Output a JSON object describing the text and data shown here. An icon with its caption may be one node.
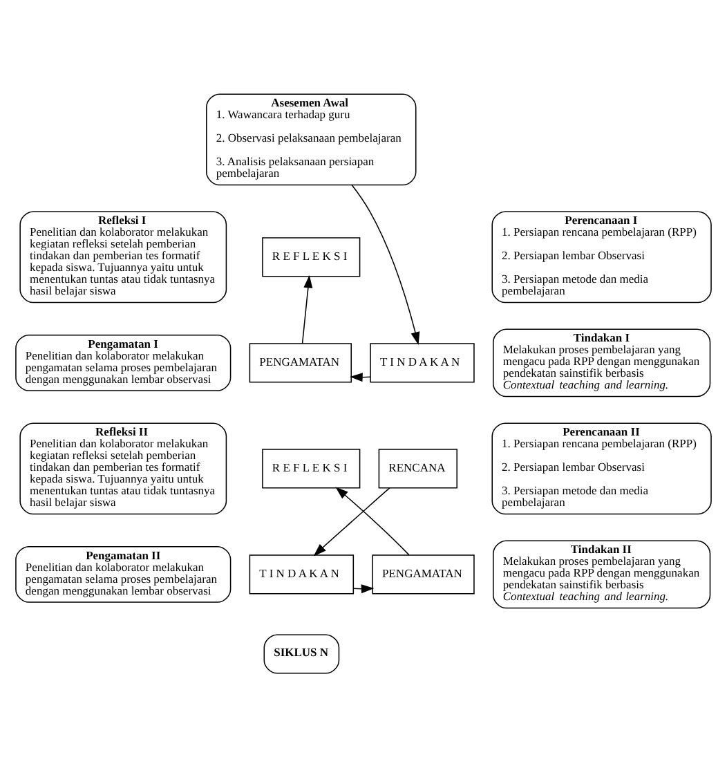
{
  "diagram": {
    "nodes": [
      {
        "text": [
          "Asesemen Awal",
          "1. Wawancara terhadap guru",
          "2. Observasi pelaksanaan pembelajaran",
          "3. Analisis pelaksanaan persiapan pembelajaran"
        ]
      },
      {
        "text": [
          "Refleksi I",
          "Penelitian dan kolaborator melakukan kegiatan refleksi setelah pemberian tindakan dan pemberian tes formatif kepada siswa. Tujuannya yaitu untuk menentukan tuntas atau tidak tuntasnya hasil belajar siswa"
        ]
      },
      {
        "text": [
          "R E F L E K S I"
        ]
      },
      {
        "text": [
          "Perencanaan I",
          "1. Persiapan rencana pembelajaran (RPP)",
          "2. Persiapan lembar Observasi",
          "3. Persiapan metode dan media pembelajaran"
        ]
      },
      {
        "text": [
          "Tindakan I",
          "Melakukan proses pembelajaran yang mengacu pada RPP dengan menggunakan pendekatan sainstifik berbasis *Contextual teaching and learning*."
        ]
      },
      {
        "text": [
          "T I N D A K A N"
        ]
      },
      {
        "text": [
          "Pengamatan I",
          "Penelitian dan kolaborator melakukan pengamatan selama proses pembelajaran dengan menggunakan lembar observasi"
        ]
      },
      {
        "text": [
          "PENGAMATAN"
        ]
      },
      {
        "text": [
          "Refleksi II",
          "Penelitian dan kolaborator melakukan kegiatan refleksi setelah pemberian tindakan dan pemberian tes formatif kepada siswa. Tujuannya yaitu untuk menentukan tuntas atau tidak tuntasnya hasil belajar siswa"
        ]
      },
      {
        "text": [
          "RENCANA"
        ]
      },
      {
        "text": [
          "R E F L E K S I"
        ]
      },
      {
        "text": [
          "Perencanaan II",
          "1. Persiapan rencana pembelajaran (RPP)",
          "2. Persiapan lembar Observasi",
          "3. Persiapan metode dan media pembelajaran"
        ]
      },
      {
        "text": [
          "T I N D A K A N"
        ]
      },
      {
        "text": [
          "Tindakan II",
          "Melakukan proses pembelajaran yang mengacu pada RPP dengan menggunakan pendekatan sainstifik berbasis *Contextual teaching and learning*."
        ]
      },
      {
        "text": [
          "Pengamatan II",
          "Penelitian dan kolaborator melakukan pengamatan selama proses pembelajaran dengan menggunakan lembar observasi"
        ]
      },
      {
        "text": [
          "PENGAMATAN"
        ]
      },
      {
        "text": [
          "SIKLUS N"
        ]
      }
    ],
    "edges": [
      {
        "from": 0,
        "to": 5,
        "arrow": "to"
      },
      {
        "from": 5,
        "to": 7,
        "arrow": "to"
      },
      {
        "from": 7,
        "to": 2,
        "arrow": "to"
      },
      {
        "from": 9,
        "to": 12,
        "arrow": "to"
      },
      {
        "from": 12,
        "to": 15,
        "arrow": "to"
      },
      {
        "from": 15,
        "to": 10,
        "arrow": "to"
      }
    ]
  }
}
